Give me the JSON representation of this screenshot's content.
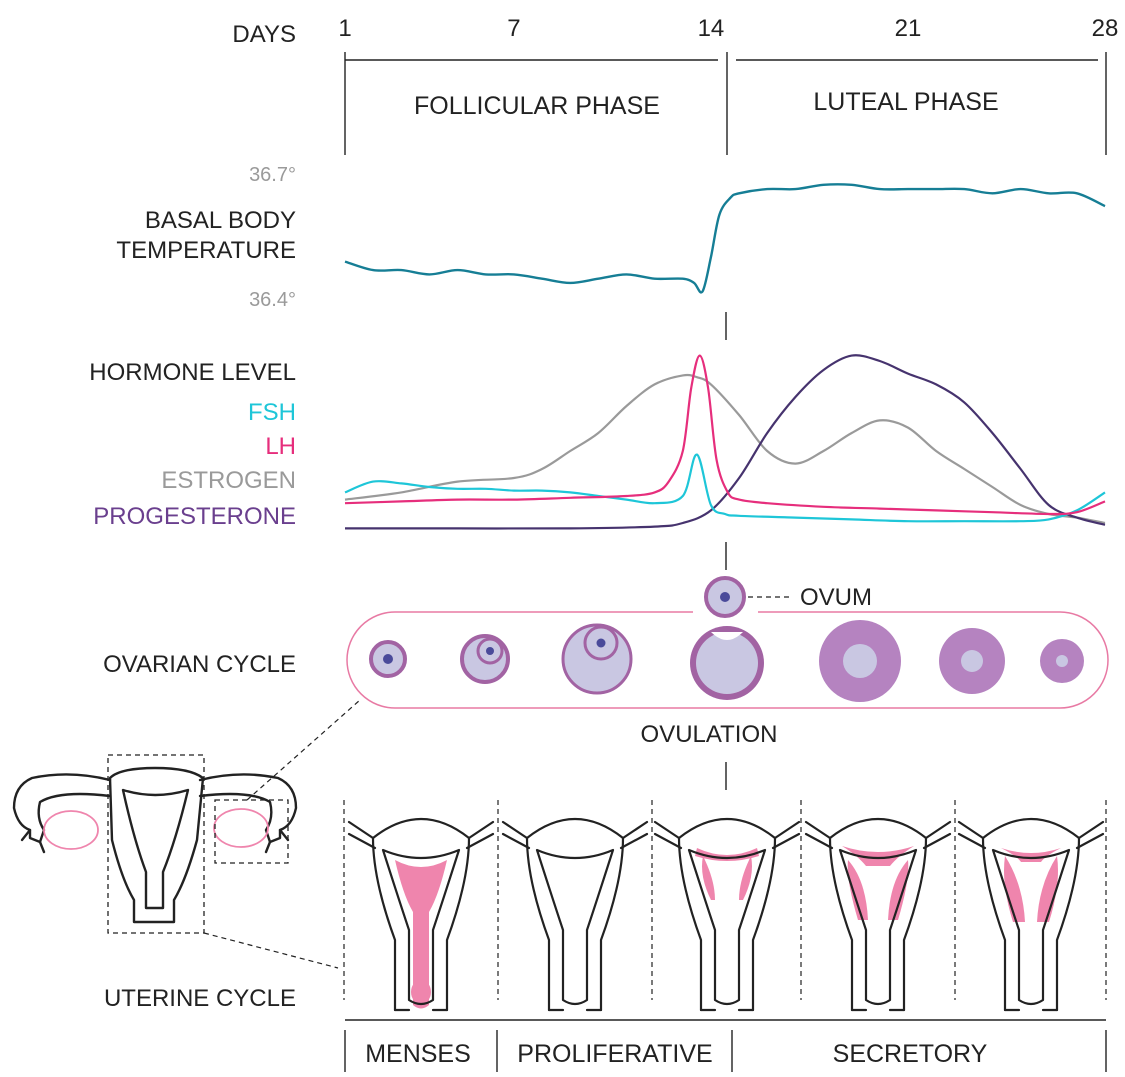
{
  "days": {
    "label": "DAYS",
    "ticks": [
      1,
      7,
      14,
      21,
      28
    ],
    "tick_labels": [
      "1",
      "7",
      "14",
      "21",
      "28"
    ]
  },
  "phases": {
    "follicular": "FOLLICULAR PHASE",
    "luteal": "LUTEAL PHASE"
  },
  "temperature": {
    "high_label": "36.7°",
    "low_label": "36.4°",
    "label_line1": "BASAL BODY",
    "label_line2": "TEMPERATURE",
    "color": "#167e95",
    "min": 36.4,
    "max": 36.7
  },
  "hormones": {
    "title": "HORMONE LEVEL",
    "fsh": "FSH",
    "lh": "LH",
    "estrogen": "ESTROGEN",
    "progesterone": "PROGESTERONE",
    "colors": {
      "fsh": "#1ec6d8",
      "lh": "#e62e7c",
      "estrogen": "#9a9a9a",
      "progesterone": "#46336e"
    }
  },
  "ovarian": {
    "label": "OVARIAN CYCLE",
    "ovum": "OVUM",
    "ovulation": "OVULATION"
  },
  "uterine": {
    "label": "UTERINE CYCLE",
    "menses": "MENSES",
    "proliferative": "PROLIFERATIVE",
    "secretory": "SECRETORY"
  },
  "colors": {
    "ink": "#222222",
    "pink": "#ef85ad",
    "purple_light": "#c9c7e2",
    "purple_dark": "#a263a3",
    "violet": "#b583c0",
    "nucleus": "#4a4a9a"
  },
  "chart_data": {
    "type": "line",
    "x_label": "DAYS",
    "xlim": [
      1,
      28
    ],
    "x_ticks": [
      1,
      7,
      14,
      21,
      28
    ],
    "series": [
      {
        "name": "BASAL BODY TEMPERATURE",
        "x": [
          1,
          2,
          3,
          4,
          5,
          6,
          7,
          8,
          9,
          10,
          11,
          12,
          13,
          13.4,
          13.7,
          14,
          14.3,
          14.7,
          15,
          16,
          17,
          18,
          19,
          20,
          21,
          22,
          23,
          24,
          25,
          26,
          27,
          28
        ],
        "values": [
          36.49,
          36.47,
          36.47,
          36.46,
          36.47,
          36.46,
          36.46,
          36.45,
          36.44,
          36.45,
          36.46,
          36.45,
          36.45,
          36.44,
          36.42,
          36.5,
          36.6,
          36.64,
          36.65,
          36.66,
          36.66,
          36.67,
          36.67,
          36.66,
          36.66,
          36.66,
          36.66,
          36.65,
          36.66,
          36.65,
          36.65,
          36.62
        ]
      },
      {
        "name": "FSH",
        "x": [
          1,
          2,
          3,
          4,
          5,
          6,
          7,
          8,
          9,
          10,
          11,
          12,
          13,
          13.5,
          14,
          14.5,
          15,
          17,
          19,
          21,
          23,
          25,
          26,
          27,
          28
        ],
        "values": [
          22,
          28,
          27,
          25,
          24,
          24,
          23,
          23,
          22,
          20,
          18,
          16,
          20,
          43,
          15,
          10,
          9,
          8,
          7,
          6,
          6,
          6,
          7,
          12,
          22
        ]
      },
      {
        "name": "LH",
        "x": [
          1,
          3,
          5,
          7,
          9,
          11,
          12,
          12.5,
          13,
          13.3,
          13.6,
          13.9,
          14.2,
          14.6,
          15,
          16,
          18,
          20,
          22,
          24,
          26,
          27,
          28
        ],
        "values": [
          16,
          17,
          18,
          18,
          19,
          20,
          22,
          28,
          45,
          80,
          98,
          80,
          40,
          22,
          18,
          16,
          14,
          13,
          12,
          11,
          10,
          11,
          17
        ]
      },
      {
        "name": "ESTROGEN",
        "x": [
          1,
          3,
          5,
          7,
          8,
          9,
          10,
          11,
          12,
          13,
          13.5,
          14,
          15,
          16,
          17,
          18,
          19,
          20,
          21,
          22,
          23,
          24,
          25,
          26,
          27,
          28
        ],
        "values": [
          18,
          22,
          28,
          30,
          35,
          45,
          55,
          70,
          82,
          87,
          86,
          82,
          65,
          45,
          38,
          45,
          55,
          62,
          58,
          45,
          35,
          25,
          15,
          10,
          8,
          5
        ]
      },
      {
        "name": "PROGESTERONE",
        "x": [
          1,
          5,
          9,
          12,
          13,
          14,
          15,
          16,
          17,
          18,
          19,
          20,
          21,
          22,
          23,
          24,
          25,
          26,
          27,
          28
        ],
        "values": [
          2,
          2,
          2,
          3,
          5,
          12,
          30,
          55,
          75,
          90,
          98,
          95,
          88,
          82,
          72,
          55,
          35,
          15,
          8,
          4
        ]
      }
    ]
  }
}
